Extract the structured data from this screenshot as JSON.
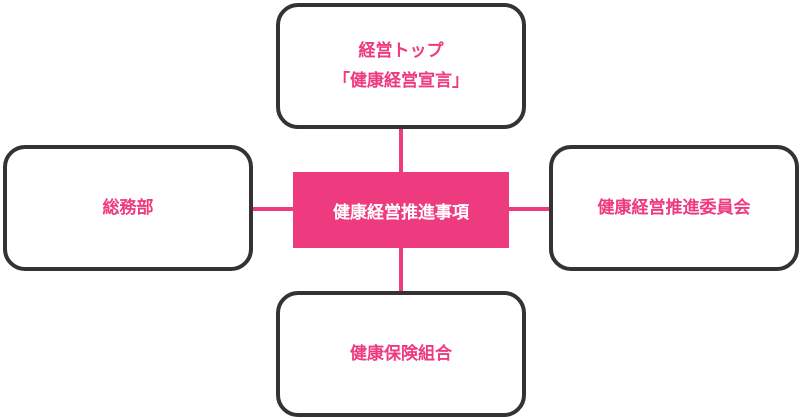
{
  "colors": {
    "accent": "#ee3a7e",
    "border": "#333333",
    "background": "#ffffff"
  },
  "center": {
    "label": "健康経営推進事項"
  },
  "nodes": {
    "top": {
      "line1": "経営トップ",
      "line2": "「健康経営宣言」"
    },
    "left": {
      "label": "総務部"
    },
    "right": {
      "label": "健康経営推進委員会"
    },
    "bottom": {
      "label": "健康保険組合"
    }
  }
}
